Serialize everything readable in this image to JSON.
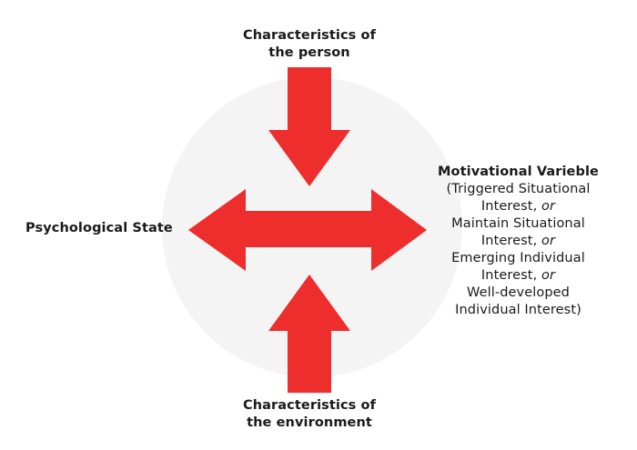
{
  "diagram": {
    "top_label": {
      "line1": "Characteristics of",
      "line2": "the person"
    },
    "bottom_label": {
      "line1": "Characteristics of",
      "line2": "the environment"
    },
    "left_label": "Psychological State",
    "right_label": {
      "heading": "Motivational Varieble",
      "lines": [
        {
          "text": "(Triggered Situational",
          "emph": ""
        },
        {
          "text": "Interest, ",
          "emph": "or"
        },
        {
          "text": "Maintain Situational",
          "emph": ""
        },
        {
          "text": "Interest, ",
          "emph": "or"
        },
        {
          "text": "Emerging Individual",
          "emph": ""
        },
        {
          "text": "Interest, ",
          "emph": "or"
        },
        {
          "text": "Well-developed",
          "emph": ""
        },
        {
          "text": "Individual Interest)",
          "emph": ""
        }
      ]
    },
    "colors": {
      "arrow": "#ee2d2d",
      "watermark": "#f4f4f4",
      "text": "#1a1a1a"
    }
  }
}
